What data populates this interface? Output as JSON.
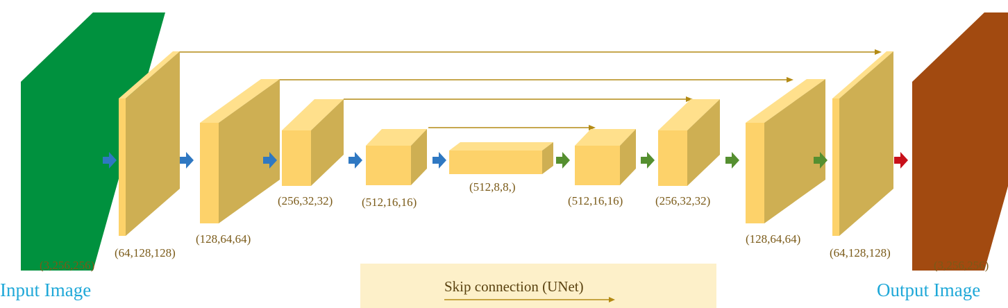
{
  "input": {
    "label": "Input Image",
    "shape": "(3,256,256)",
    "color": "#00913e"
  },
  "output": {
    "label": "Output Image",
    "shape": "(3,256,256)",
    "color": "#a24a10"
  },
  "encoder": [
    {
      "shape": "(64,128,128)"
    },
    {
      "shape": "(128,64,64)"
    },
    {
      "shape": "(256,32,32)"
    },
    {
      "shape": "(512,16,16)"
    }
  ],
  "bottleneck": {
    "shape": "(512,8,8,)"
  },
  "decoder": [
    {
      "shape": "(512,16,16)"
    },
    {
      "shape": "(256,32,32)"
    },
    {
      "shape": "(128,64,64)"
    },
    {
      "shape": "(64,128,128)"
    }
  ],
  "legend": {
    "label": "Skip connection (UNet)"
  },
  "colors": {
    "block_front": "#fdd26a",
    "block_side": "#ceaf53",
    "block_top": "#ffe08c",
    "skip_line": "#b38a14",
    "legend_bg": "#fdf0c9",
    "down_arrow": "#2f78c2",
    "up_arrow": "#558f30",
    "final_arrow": "#c8101a"
  }
}
